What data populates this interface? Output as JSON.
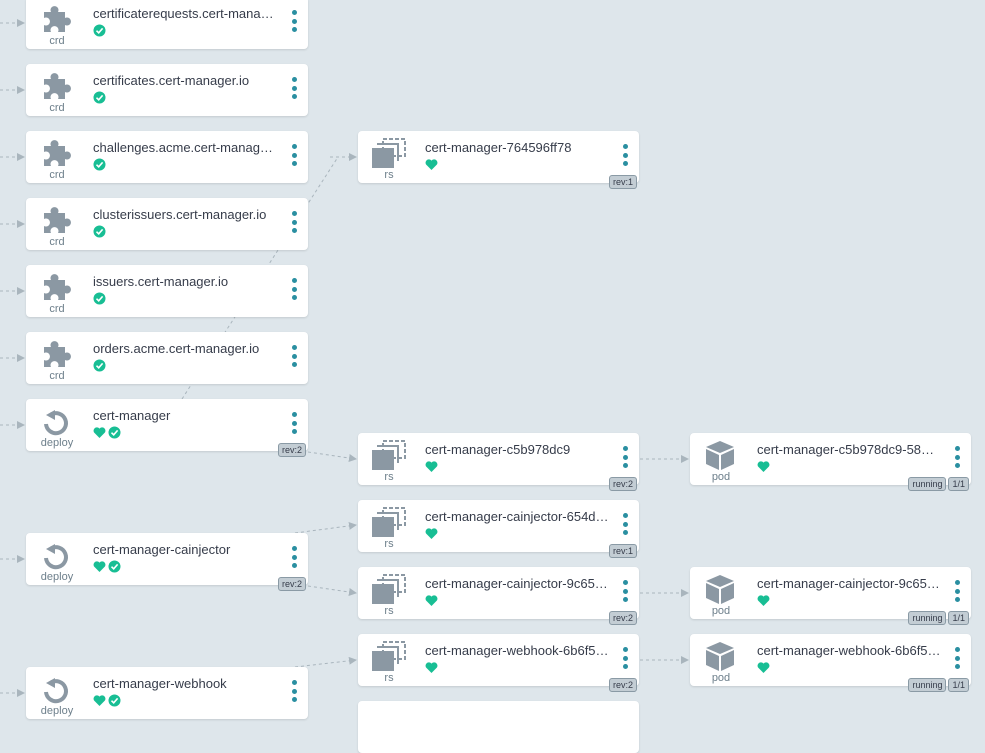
{
  "colors": {
    "background": "#dee6eb",
    "edge": "#a9b5bd",
    "icon": "#8b98a3",
    "healthy": "#18be94",
    "menu_dots": "#2a8fa1"
  },
  "nodes": [
    {
      "title": "certificaterequests.cert-manag...",
      "kind": "crd",
      "icon": "puzzle-icon",
      "health": false,
      "synced": true
    },
    {
      "title": "certificates.cert-manager.io",
      "kind": "crd",
      "icon": "puzzle-icon",
      "health": false,
      "synced": true
    },
    {
      "title": "challenges.acme.cert-manager...",
      "kind": "crd",
      "icon": "puzzle-icon",
      "health": false,
      "synced": true
    },
    {
      "title": "clusterissuers.cert-manager.io",
      "kind": "crd",
      "icon": "puzzle-icon",
      "health": false,
      "synced": true
    },
    {
      "title": "issuers.cert-manager.io",
      "kind": "crd",
      "icon": "puzzle-icon",
      "health": false,
      "synced": true
    },
    {
      "title": "orders.acme.cert-manager.io",
      "kind": "crd",
      "icon": "puzzle-icon",
      "health": false,
      "synced": true
    },
    {
      "title": "cert-manager",
      "kind": "deploy",
      "icon": "deploy-cycle-icon",
      "health": true,
      "synced": true,
      "tags": [
        "rev:2"
      ]
    },
    {
      "title": "cert-manager-cainjector",
      "kind": "deploy",
      "icon": "deploy-cycle-icon",
      "health": true,
      "synced": true,
      "tags": [
        "rev:2"
      ]
    },
    {
      "title": "cert-manager-webhook",
      "kind": "deploy",
      "icon": "deploy-cycle-icon",
      "health": true,
      "synced": true
    },
    {
      "title": "cert-manager-764596ff78",
      "kind": "rs",
      "icon": "replicaset-icon",
      "health": true,
      "synced": false,
      "tags": [
        "rev:1"
      ]
    },
    {
      "title": "cert-manager-c5b978dc9",
      "kind": "rs",
      "icon": "replicaset-icon",
      "health": true,
      "synced": false,
      "tags": [
        "rev:2"
      ]
    },
    {
      "title": "cert-manager-cainjector-654d9...",
      "kind": "rs",
      "icon": "replicaset-icon",
      "health": true,
      "synced": false,
      "tags": [
        "rev:1"
      ]
    },
    {
      "title": "cert-manager-cainjector-9c65f...",
      "kind": "rs",
      "icon": "replicaset-icon",
      "health": true,
      "synced": false,
      "tags": [
        "rev:2"
      ]
    },
    {
      "title": "cert-manager-webhook-6b6f58...",
      "kind": "rs",
      "icon": "replicaset-icon",
      "health": true,
      "synced": false,
      "tags": [
        "rev:2"
      ]
    },
    {
      "title": "cert-manager-c5b978dc9-585dd",
      "kind": "pod",
      "icon": "pod-cube-icon",
      "health": true,
      "synced": false,
      "tags": [
        "running",
        "1/1"
      ]
    },
    {
      "title": "cert-manager-cainjector-9c65f...",
      "kind": "pod",
      "icon": "pod-cube-icon",
      "health": true,
      "synced": false,
      "tags": [
        "running",
        "1/1"
      ]
    },
    {
      "title": "cert-manager-webhook-6b6f58...",
      "kind": "pod",
      "icon": "pod-cube-icon",
      "health": true,
      "synced": false,
      "tags": [
        "running",
        "1/1"
      ]
    },
    {
      "title": "",
      "kind": "",
      "icon": "",
      "health": false,
      "synced": false
    }
  ]
}
